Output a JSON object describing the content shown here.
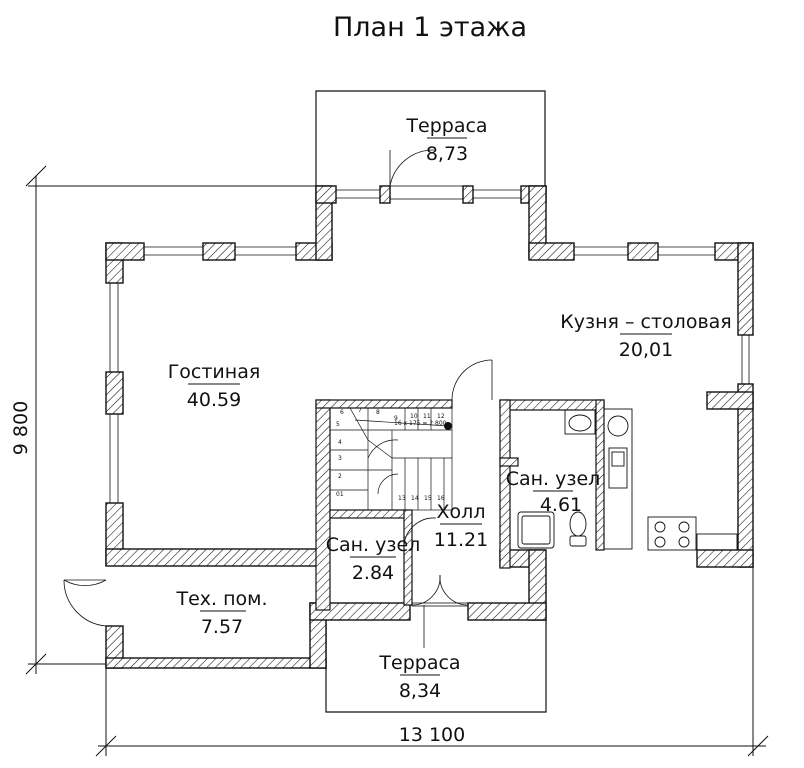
{
  "title": "План 1 этажа",
  "rooms": [
    {
      "name": "Терраса",
      "area": "8,73"
    },
    {
      "name": "Кузня – столовая",
      "area": "20,01"
    },
    {
      "name": "Гостиная",
      "area": "40.59"
    },
    {
      "name": "Сан. узел",
      "area": "4.61"
    },
    {
      "name": "Холл",
      "area": "11.21"
    },
    {
      "name": "Сан. узел",
      "area": "2.84"
    },
    {
      "name": "Тех. пом.",
      "area": "7.57"
    },
    {
      "name": "Терраса",
      "area": "8,34"
    }
  ],
  "dimensions": {
    "height": "9 800",
    "width": "13 100"
  },
  "stair_label": "16 х 175 = 2 800",
  "stair_steps": [
    "01",
    "2",
    "3",
    "4",
    "5",
    "6",
    "7",
    "8",
    "9",
    "10",
    "11",
    "12",
    "13",
    "14",
    "15",
    "16"
  ],
  "colors": {
    "line": "#111111",
    "hatch": "#111111",
    "background": "#ffffff"
  }
}
